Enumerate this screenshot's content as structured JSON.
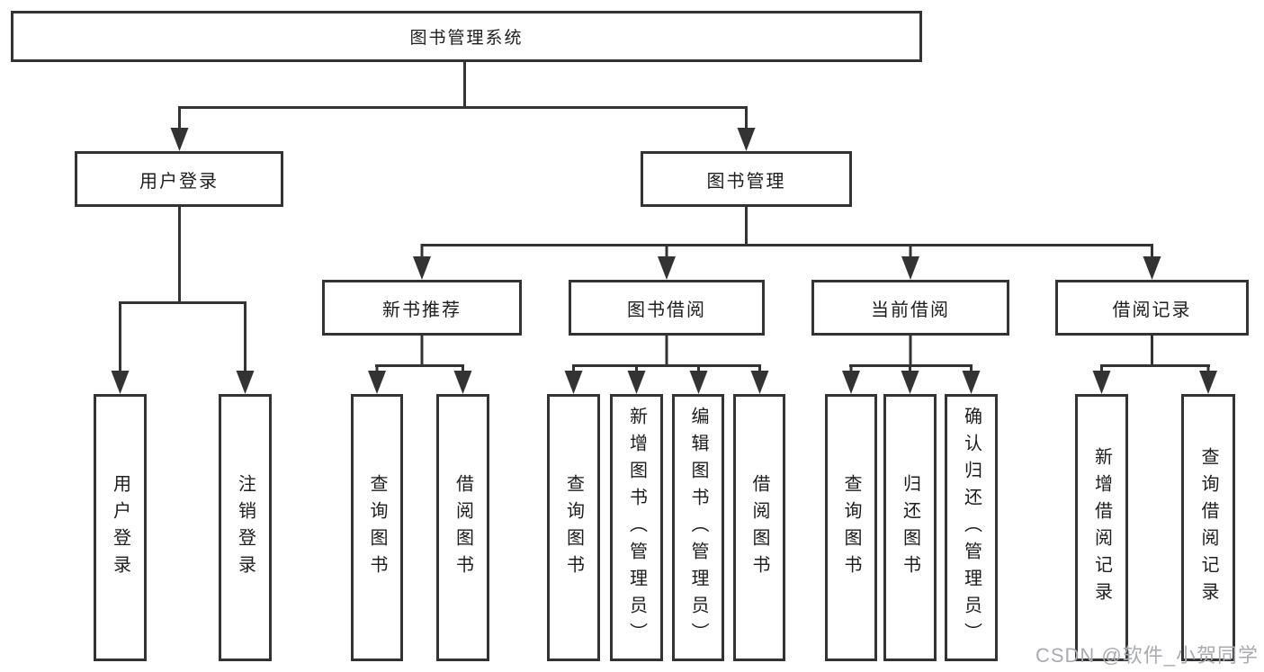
{
  "diagram": {
    "type": "hierarchy-tree",
    "title": "图书管理系统",
    "watermark": "CSDN @软件_小贺同学",
    "colors": {
      "line": "#333333",
      "box_border": "#333333",
      "text": "#1d1d1f",
      "watermark": "#a9abb0",
      "background": "#ffffff"
    },
    "nodes": {
      "root": "图书管理系统",
      "user_login": "用户登录",
      "book_management": "图书管理",
      "leaf_user_login": "用户登录",
      "leaf_logout_login": "注销登录",
      "new_book_recommend": "新书推荐",
      "book_borrowing": "图书借阅",
      "current_borrowing": "当前借阅",
      "borrowing_records": "借阅记录",
      "nb_query_books": "查询图书",
      "nb_borrow_books": "借阅图书",
      "bb_query_books": "查询图书",
      "bb_add_books": "新增图书（管理员）",
      "bb_edit_books": "编辑图书（管理员）",
      "bb_borrow_books": "借阅图书",
      "cb_query_books": "查询图书",
      "cb_return_books": "归还图书",
      "cb_confirm_return": "确认归还（管理员）",
      "br_add_record": "新增借阅记录",
      "br_query_record": "查询借阅记录"
    },
    "tree": {
      "图书管理系统": {
        "用户登录": [
          "用户登录",
          "注销登录"
        ],
        "图书管理": {
          "新书推荐": [
            "查询图书",
            "借阅图书"
          ],
          "图书借阅": [
            "查询图书",
            "新增图书（管理员）",
            "编辑图书（管理员）",
            "借阅图书"
          ],
          "当前借阅": [
            "查询图书",
            "归还图书",
            "确认归还（管理员）"
          ],
          "借阅记录": [
            "新增借阅记录",
            "查询借阅记录"
          ]
        }
      }
    }
  }
}
